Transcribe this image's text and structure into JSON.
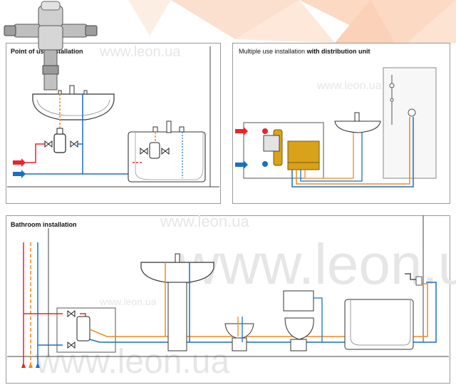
{
  "watermark": "www.leon.ua",
  "panels": {
    "point_of_use": {
      "title": "Point of use installation"
    },
    "multiple_use": {
      "title_prefix": "Multiple use installation ",
      "title_bold": "with distribution unit"
    },
    "bathroom": {
      "title": "Bathroom installation"
    }
  },
  "colors": {
    "hot": "#e8242b",
    "cold": "#1a6fc2",
    "mixed": "#f08a1e",
    "brass": "#d9a21b",
    "outline": "#333333"
  },
  "icons": [
    "mixing-valve-icon",
    "arrow-right-icon",
    "arrow-up-icon",
    "shut-off-valve-icon"
  ]
}
